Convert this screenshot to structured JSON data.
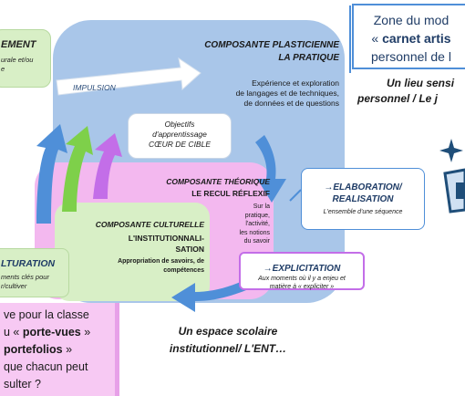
{
  "left_top_box": {
    "title_fragment": "EMENT",
    "line1": "urale et/ou",
    "line2": "e"
  },
  "plasticienne": {
    "title": "COMPOSANTE PLASTICIENNE",
    "subtitle": "LA PRATIQUE",
    "desc1": "Expérience et exploration",
    "desc2": "de langages et de techniques,",
    "desc3": "de données et de questions"
  },
  "impulsion": {
    "label": "IMPULSION"
  },
  "objectifs": {
    "line1": "Objectifs",
    "line2": "d'apprentissage",
    "line3": "CŒUR DE CIBLE"
  },
  "theorique": {
    "title": "COMPOSANTE THÉORIQUE",
    "subtitle": "LE RECUL RÉFLEXIF",
    "desc": [
      "Sur la",
      "pratique,",
      "l'activité,",
      "les notions",
      "du savoir"
    ]
  },
  "culturelle": {
    "title": "COMPOSANTE CULTURELLE",
    "line2": "L'INSTITUTIONNALI-",
    "line3": "SATION",
    "desc1": "Appropriation de savoirs, de",
    "desc2": "compétences"
  },
  "elaboration": {
    "title1": "→ELABORATION/",
    "title2": "REALISATION",
    "desc": "L'ensemble d'une séquence"
  },
  "explicitation": {
    "title": "→EXPLICITATION",
    "desc1": "Aux moments où il y a enjeu et",
    "desc2": "matière à « expliciter »"
  },
  "acculturation": {
    "title_fragment": "LTURATION",
    "line1": "ments clés pour",
    "line2": "r/cultiver"
  },
  "zone_box": {
    "line1": "Zone du mod",
    "line2_prefix": "« ",
    "line2_bold": "carnet artis",
    "line3": "personnel de l"
  },
  "lieu_text": {
    "line1": "Un lieu sensi",
    "line2": "personnel / Le j"
  },
  "classe_box": {
    "line1": "ve pour la classe",
    "line2_prefix": "u « ",
    "line2_bold": "porte-vues",
    "line2_suffix": " »",
    "line3_bold": " portefolios",
    "line3_suffix": " »",
    "line4": "que chacun peut",
    "line5": "sulter ?"
  },
  "espace_text": {
    "line1": "Un espace scolaire",
    "line2": "institutionnel/ L'ENT…"
  },
  "colors": {
    "big_blue": "#a9c6e9",
    "pink": "#f4b7ee",
    "green": "#d6efc4",
    "blue_arrow": "#4f8fd8",
    "green_arrow": "#7ed04a",
    "purple_arrow": "#c36ee8",
    "zone_border": "#4f8fd8"
  }
}
